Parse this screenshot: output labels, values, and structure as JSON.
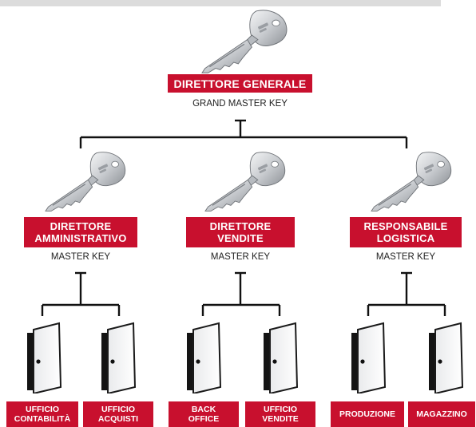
{
  "top": {
    "title": "DIRETTORE GENERALE",
    "subtitle": "GRAND MASTER KEY"
  },
  "managers": [
    {
      "line1": "DIRETTORE",
      "line2": "AMMINISTRATIVO",
      "subtitle": "MASTER KEY",
      "doors": [
        {
          "line1": "UFFICIO",
          "line2": "CONTABILITÀ"
        },
        {
          "line1": "UFFICIO",
          "line2": "ACQUISTI"
        }
      ]
    },
    {
      "line1": "DIRETTORE",
      "line2": "VENDITE",
      "subtitle": "MASTER KEY",
      "doors": [
        {
          "line1": "BACK",
          "line2": "OFFICE"
        },
        {
          "line1": "UFFICIO",
          "line2": "VENDITE"
        }
      ]
    },
    {
      "line1": "RESPONSABILE",
      "line2": "LOGISTICA",
      "subtitle": "MASTER KEY",
      "doors": [
        {
          "line1": "PRODUZIONE",
          "line2": ""
        },
        {
          "line1": "MAGAZZINO",
          "line2": ""
        }
      ]
    }
  ],
  "colors": {
    "accent": "#c8102e",
    "line": "#111111",
    "key": "#c9ccd0"
  }
}
